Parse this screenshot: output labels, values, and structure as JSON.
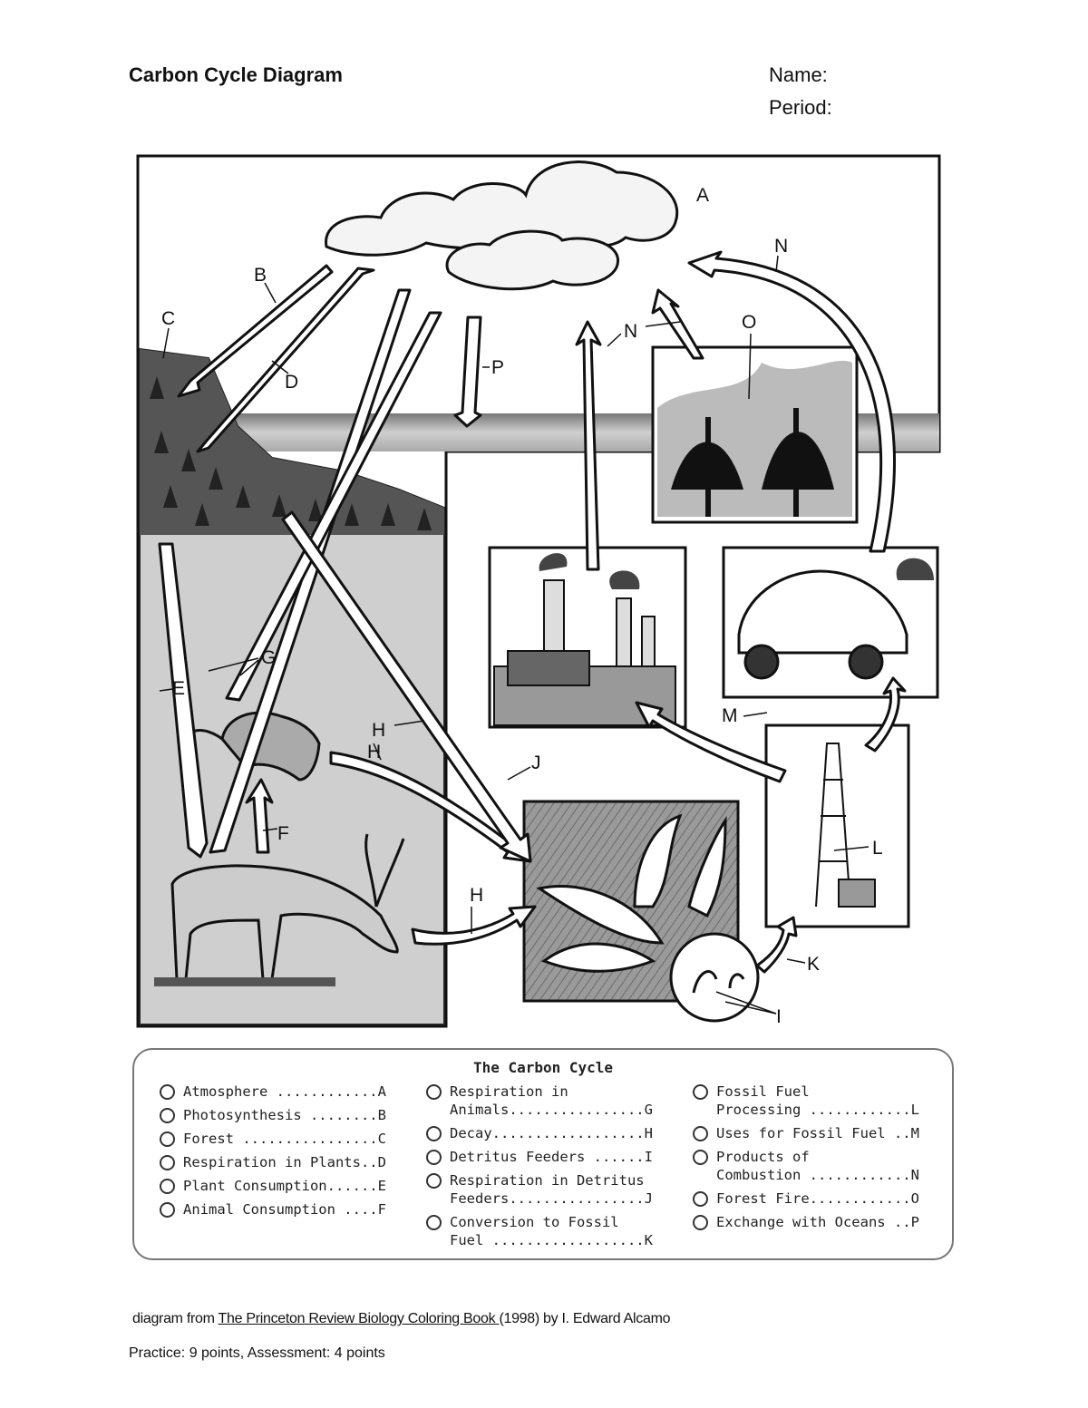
{
  "header": {
    "title": "Carbon Cycle Diagram",
    "name_label": "Name:",
    "period_label": "Period:"
  },
  "diagram_labels": {
    "A": "A",
    "B": "B",
    "C": "C",
    "D": "D",
    "E": "E",
    "F": "F",
    "G": "G",
    "H1": "H",
    "H2": "H",
    "H3": "H",
    "I": "I",
    "J": "J",
    "K": "K",
    "L": "L",
    "M": "M",
    "N1": "N",
    "N2": "N",
    "O": "O",
    "P": "P"
  },
  "legend": {
    "title": "The Carbon Cycle",
    "columns": [
      [
        {
          "text": "Atmosphere ............A"
        },
        {
          "text": "Photosynthesis ........B"
        },
        {
          "text": "Forest ................C"
        },
        {
          "text": "Respiration in Plants..D"
        },
        {
          "text": "Plant Consumption......E"
        },
        {
          "text": "Animal Consumption ....F"
        }
      ],
      [
        {
          "text": "Respiration in\nAnimals................G"
        },
        {
          "text": "Decay..................H"
        },
        {
          "text": "Detritus Feeders ......I"
        },
        {
          "text": "Respiration in Detritus\nFeeders................J"
        },
        {
          "text": "Conversion to Fossil\nFuel ..................K"
        }
      ],
      [
        {
          "text": "Fossil Fuel\nProcessing ............L"
        },
        {
          "text": "Uses for Fossil Fuel ..M"
        },
        {
          "text": "Products of\nCombustion ............N"
        },
        {
          "text": "Forest Fire............O"
        },
        {
          "text": "Exchange with Oceans ..P"
        }
      ]
    ]
  },
  "footer": {
    "citation_prefix": "diagram from ",
    "book_title": "The Princeton Review Biology Coloring Book ",
    "citation_suffix": "(1998) by I. Edward Alcamo",
    "points": "Practice: 9 points, Assessment: 4 points"
  }
}
